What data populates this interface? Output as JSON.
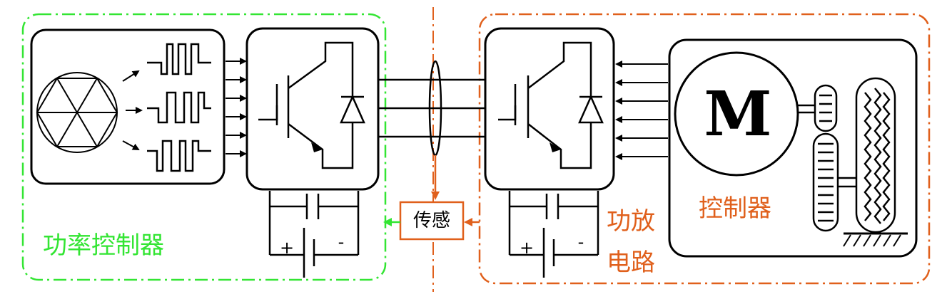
{
  "labels": {
    "power_controller": "功率控制器",
    "sensor": "传感",
    "power_amp_line1": "功放",
    "power_amp_line2": "电路",
    "controller": "控制器",
    "motor_symbol": "M",
    "plus": "+",
    "minus": "-"
  },
  "colors": {
    "green": "#33e533",
    "orange": "#e0601c",
    "black": "#000000"
  },
  "icons": [
    "hexagon-vector-icon",
    "pwm-waveform-icon",
    "igbt-icon",
    "diode-icon",
    "capacitor-icon",
    "battery-icon",
    "motor-icon",
    "ground-icon"
  ]
}
